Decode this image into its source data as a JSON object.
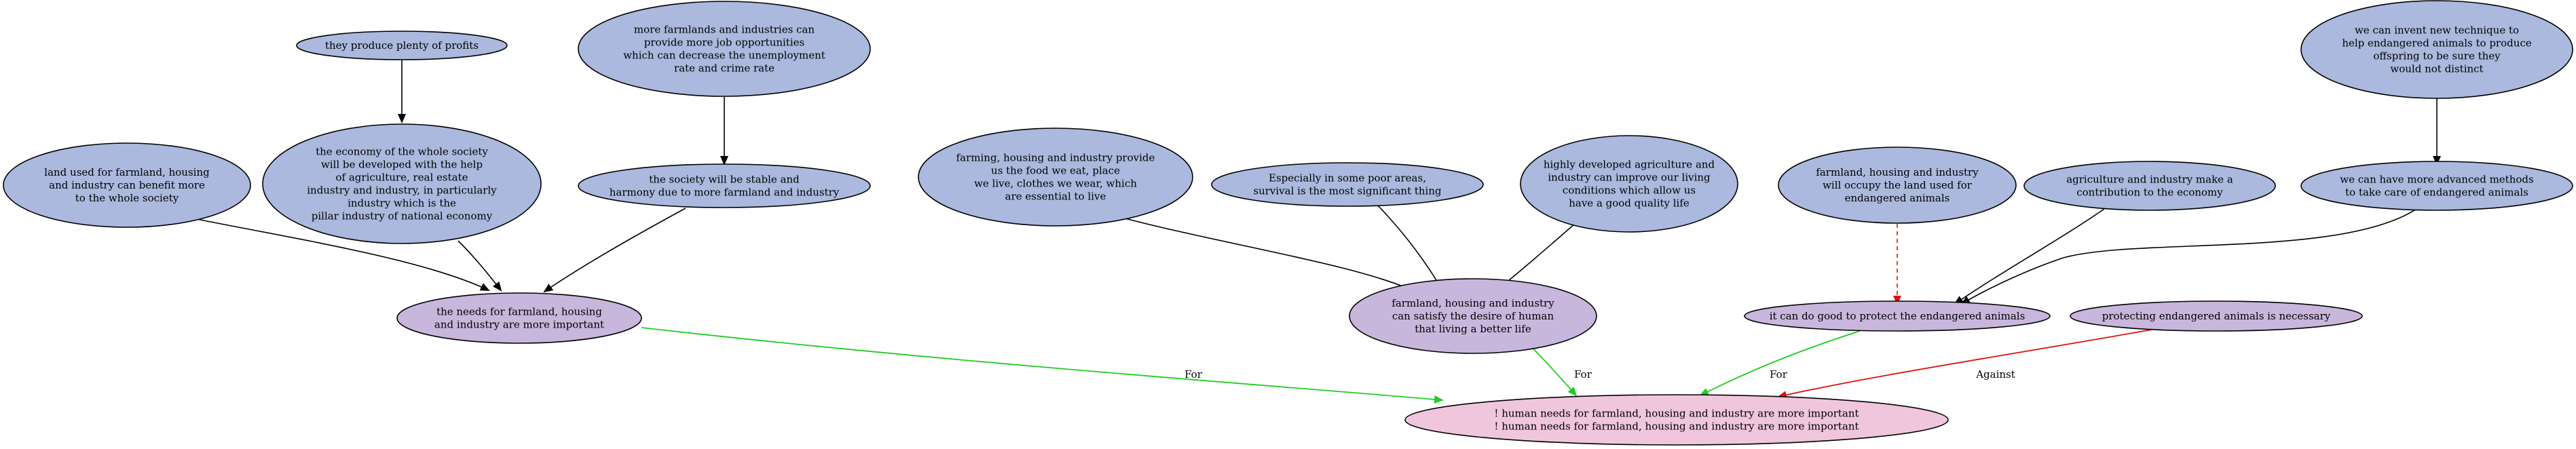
{
  "colors": {
    "premise_fill": "#aab9dd",
    "claim_fill": "#c9b6dc",
    "conclusion_fill": "#f0c6dd",
    "node_stroke": "#000000",
    "support_edge": "#000000",
    "for_edge": "#22cc22",
    "against_edge": "#dd1111",
    "attack_edge": "#dd1111"
  },
  "nodes": {
    "profits": [
      "they produce plenty of profits"
    ],
    "more_jobs": [
      "more farmlands and industries can",
      "provide more job opportunities",
      "which can decrease the unemployment",
      "rate and crime rate"
    ],
    "new_technique": [
      "we can invent new technique to",
      "help endangered animals to produce",
      "offspring to be sure they",
      "would not distinct"
    ],
    "land_benefit": [
      "land used for farmland, housing",
      "and industry can benefit more",
      "to the whole society"
    ],
    "economy_developed": [
      "the economy of the whole society",
      "will be developed with the help",
      "of agriculture, real estate",
      "industry and industry, in particularly",
      "industry which is the",
      "pillar industry of national economy"
    ],
    "society_stable": [
      "the society will be stable and",
      "harmony due to more farmland and industry"
    ],
    "food_clothes": [
      "farming, housing and industry provide",
      "us the food we eat, place",
      "we live, clothes we wear, which",
      "are essential to live"
    ],
    "poor_areas": [
      "Especially in some poor areas,",
      "survival is the most significant thing"
    ],
    "developed_agriculture": [
      "highly developed agriculture and",
      "industry can improve our living",
      "conditions which allow us",
      "have a good quality life"
    ],
    "occupy_land": [
      "farmland, housing and industry",
      "will occupy the land used for",
      "endangered animals"
    ],
    "contribution_economy": [
      "agriculture and industry make a",
      "contribution to the economy"
    ],
    "advanced_methods": [
      "we can have more advanced methods",
      "to take care of endangered animals"
    ],
    "needs_important": [
      "the needs for farmland, housing",
      "and industry are more important"
    ],
    "satisfy_desire": [
      "farmland, housing and industry",
      "can satisfy the desire of human",
      "that living a better life"
    ],
    "protect_good": [
      "it can do good to protect the endangered animals"
    ],
    "protecting_necessary": [
      "protecting endangered animals is necessary"
    ],
    "conclusion": [
      "! human needs for farmland, housing and industry are more important",
      "! human needs for farmland, housing and industry are more important"
    ]
  },
  "edge_labels": {
    "needs_to_conclusion": "For",
    "satisfy_to_conclusion": "For",
    "protect_to_conclusion": "For",
    "necessary_to_conclusion": "Against"
  }
}
